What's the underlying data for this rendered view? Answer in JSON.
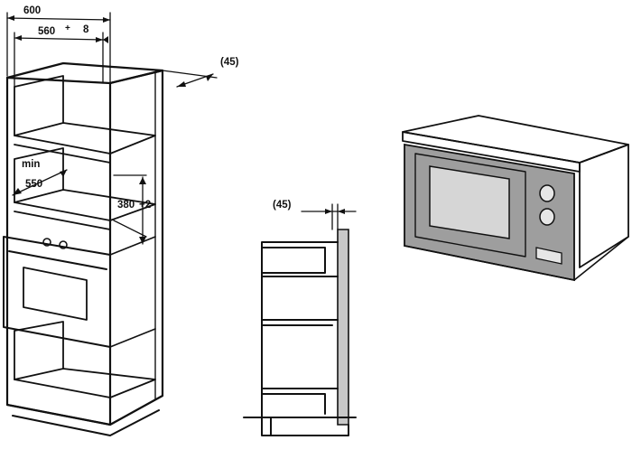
{
  "labels": {
    "width_600": "600",
    "width_560": "560",
    "plus_560": "+",
    "gap_8": "8",
    "offset_45_top": "(45)",
    "min_label": "min",
    "depth_550": "550",
    "height_380": "380",
    "plus2_380": "+2",
    "offset_45_side": "(45)"
  },
  "colors": {
    "stroke": "#111111",
    "appliance_panel": "#9e9e9e",
    "appliance_window": "#d6d6d6",
    "wall": "#c8c8c8"
  }
}
